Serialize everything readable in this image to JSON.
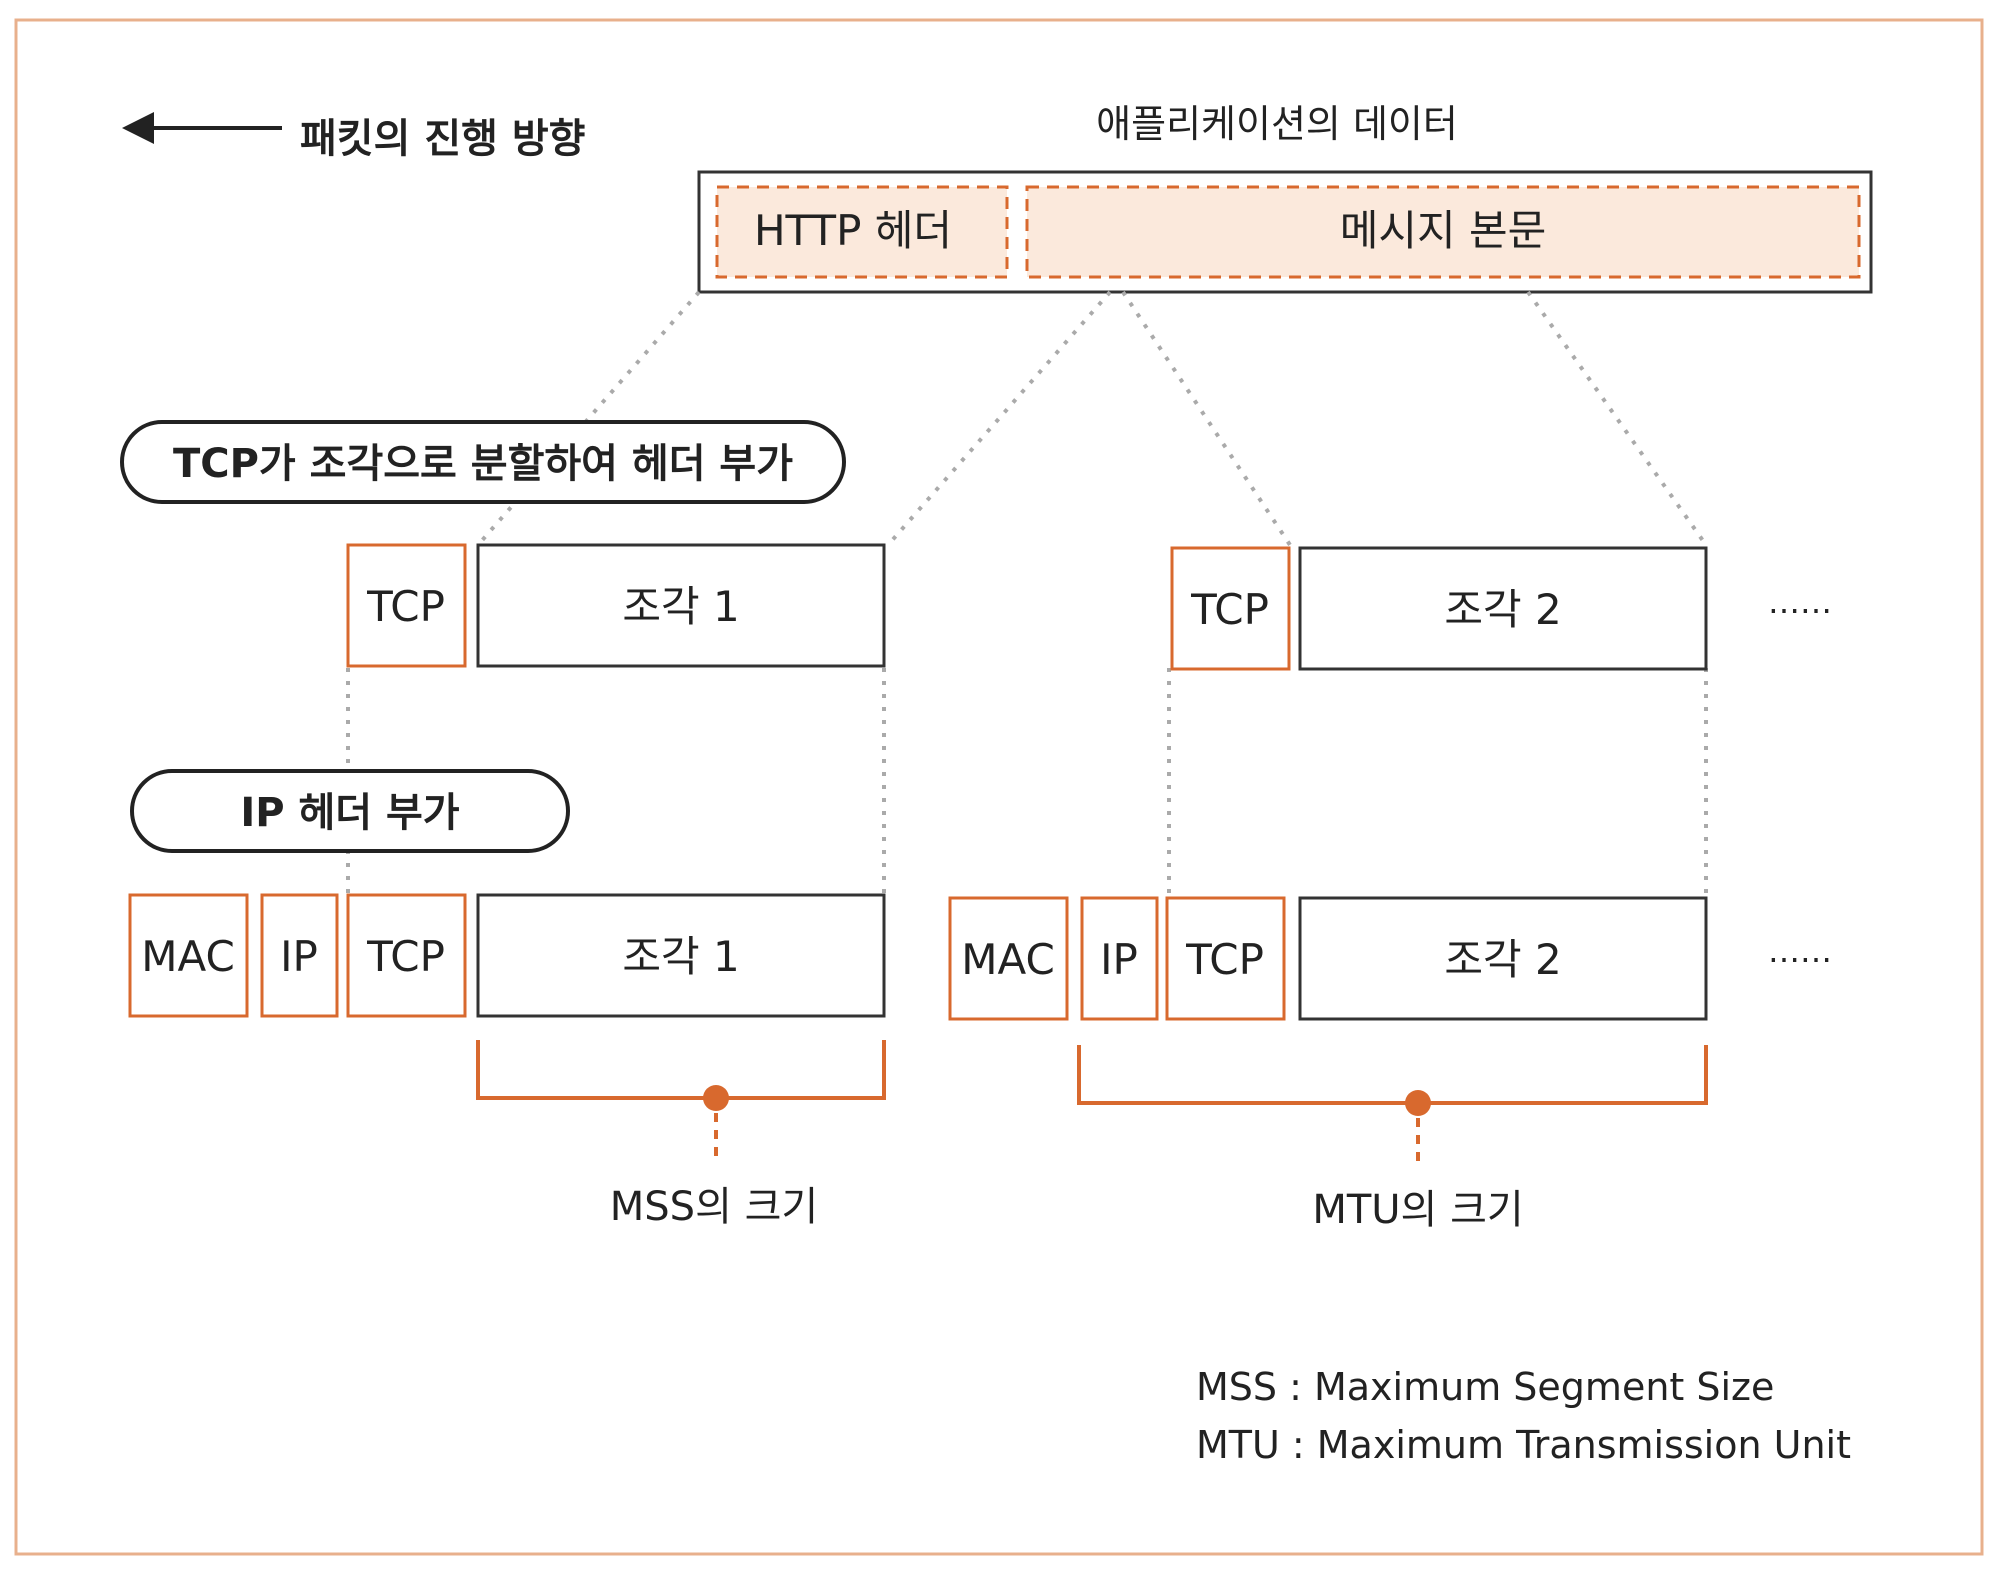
{
  "colors": {
    "accent": "#d8692e",
    "accent_fill": "#fbe9dc",
    "dotted": "#aaaaaa",
    "frame_border": "#e8b08c"
  },
  "direction": {
    "label": "패킷의 진행 방향",
    "arrow_icon": "left-arrow"
  },
  "app_data": {
    "title": "애플리케이션의 데이터",
    "http_header": "HTTP 헤더",
    "message_body": "메시지 본문"
  },
  "steps": {
    "tcp_split": "TCP가 조각으로 분할하여 헤더 부가",
    "ip_add": "IP 헤더 부가"
  },
  "tcp_row": {
    "tcp_label": "TCP",
    "fragment1": "조각 1",
    "fragment2": "조각 2",
    "continuation": "……"
  },
  "ip_row": {
    "mac_label": "MAC",
    "ip_label": "IP",
    "tcp_label": "TCP",
    "fragment1": "조각 1",
    "fragment2": "조각 2",
    "continuation": "……"
  },
  "sizes": {
    "mss_label": "MSS의 크기",
    "mtu_label": "MTU의 크기"
  },
  "legend": {
    "mss": "MSS : Maximum Segment Size",
    "mtu": "MTU : Maximum Transmission Unit"
  }
}
